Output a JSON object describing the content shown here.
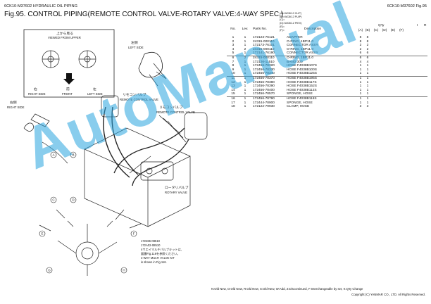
{
  "header": {
    "left": "6CK10-M37602   HYDRAULIC OIL PIPING",
    "right": "6CK10-M37602   Fig.95",
    "title": "Fig.95.  CONTROL PIPING(REMOTE CONTROL VALVE-ROTARY VALVE:4-WAY SPEC.)"
  },
  "legend": [
    "(A)=WC80-2 CLIP)",
    "(B)=WC80-2 PU/P)",
    "(C)=",
    "(D)=WC80-2 PIEX)",
    "(E)=",
    "(F)="
  ],
  "table": {
    "headers": {
      "no": "No.",
      "lev": "Lev.",
      "part": "Parts No.",
      "desc": "Description",
      "qty": "Q'ty",
      "i": "I",
      "r": "R",
      "cols": [
        "(A)",
        "(B)",
        "(C)",
        "(D)",
        "(E)",
        "(F)"
      ]
    },
    "rows": [
      {
        "no": "1",
        "lev": "1",
        "part": "172123-76121",
        "desc": "ADAPTER",
        "a": "8",
        "b": "8"
      },
      {
        "no": "2",
        "lev": "1",
        "part": "24315-000110",
        "desc": "O-RING, 1BP11.0",
        "a": "8",
        "b": "8"
      },
      {
        "no": "3",
        "lev": "1",
        "part": "172173-76101",
        "desc": "CONNECTOR ASSY",
        "a": "2",
        "b": "2"
      },
      {
        "no": "4",
        "lev": "2",
        "part": "24315-000110",
        "desc": "O-RING, 1BP11.0",
        "a": "2",
        "b": "2"
      },
      {
        "no": "5",
        "lev": "1",
        "part": "172141-76190",
        "desc": "CONNECTOR ASSY",
        "a": "6",
        "b": "6"
      },
      {
        "no": "6",
        "lev": "2",
        "part": "24315-000110",
        "desc": "O-RING, 1BP11.0",
        "a": "6",
        "b": "6"
      },
      {
        "no": "7",
        "lev": "1",
        "part": "172126-11510",
        "desc": "BAND 300",
        "a": "4",
        "b": "4"
      },
      {
        "no": "8",
        "lev": "1",
        "part": "172456-78320",
        "desc": "HOSE F4038B107S",
        "a": "1",
        "b": "1"
      },
      {
        "no": "9",
        "lev": "1",
        "part": "172456-78330",
        "desc": "HOSE F4038B100S",
        "a": "1",
        "b": "1"
      },
      {
        "no": "10",
        "lev": "1",
        "part": "172456-78340",
        "desc": "HOSE F4038B125S",
        "a": "1",
        "b": "1"
      },
      {
        "no": "11",
        "lev": "1",
        "part": "172456-78370",
        "desc": "HOSE F4038B195S",
        "a": "1",
        "b": "1"
      },
      {
        "no": "12",
        "lev": "1",
        "part": "172456-78380",
        "desc": "HOSE F4038B117S",
        "a": "1",
        "b": "1"
      },
      {
        "no": "13",
        "lev": "1",
        "part": "172456-78390",
        "desc": "HOSE F4038B152S",
        "a": "1",
        "b": "1"
      },
      {
        "no": "14",
        "lev": "1",
        "part": "172456-78400",
        "desc": "HOSE F4038B112S",
        "a": "1",
        "b": "1"
      },
      {
        "no": "15",
        "lev": "1",
        "part": "172456-78570",
        "desc": "SPONGE, HOSE",
        "a": "1",
        "b": "1"
      },
      {
        "no": "16",
        "lev": "1",
        "part": "172456-78790",
        "desc": "HOSE F4038B116S",
        "a": "1",
        "b": "1"
      },
      {
        "no": "17",
        "lev": "1",
        "part": "172444-78900",
        "desc": "SPONGE, HOSE",
        "a": "1",
        "b": "1"
      },
      {
        "no": "18",
        "lev": "1",
        "part": "172122-79930",
        "desc": "CLAMP, HOSE",
        "a": "3",
        "b": "3"
      }
    ]
  },
  "drawing": {
    "inset_title_jp": "上から見る",
    "inset_title_en": "VIEWED FROM UPPER",
    "inset_right": "右",
    "inset_right_en": "RIGHT SIDE",
    "inset_front": "前",
    "inset_front_en": "FRONT",
    "inset_left": "左",
    "inset_left_en": "LEFT SIDE",
    "left_side_jp": "左側",
    "left_side_en": "LEFT SIDE",
    "right_side_jp": "右側",
    "right_side_en": "RIGHT SIDE",
    "rcv1_jp": "リモコンバルブ",
    "rcv1_en": "REMOTE CONTROL VALVE",
    "rcv2_jp": "リモコンバルブ",
    "rcv2_en": "REMOTE CONTROL VALVE",
    "rotary_jp": "ロータリバルブ",
    "rotary_en": "ROTARY VALVE",
    "note_lines": [
      "172486-08510",
      "172A02-08510",
      "4ウエイマルチバルブキットは、",
      "図番Fig.116を参照ください。",
      "4-WAY MULTI VALVE KIT",
      "is shown in Fig.116."
    ],
    "circle_labels": [
      "A",
      "B",
      "C",
      "D",
      "E",
      "F",
      "G",
      "H"
    ]
  },
  "footer": {
    "legend": "N:Old    New, O:Old    New, R:Old    New, S:Old    New, W:Add, Z:Discontinued, F:Interchangeable by set, K:Q'ty Change",
    "copyright": "Copyright (C)  YANMAR CO., LTD. All Rights Reserved."
  },
  "watermark": "AutoManual"
}
